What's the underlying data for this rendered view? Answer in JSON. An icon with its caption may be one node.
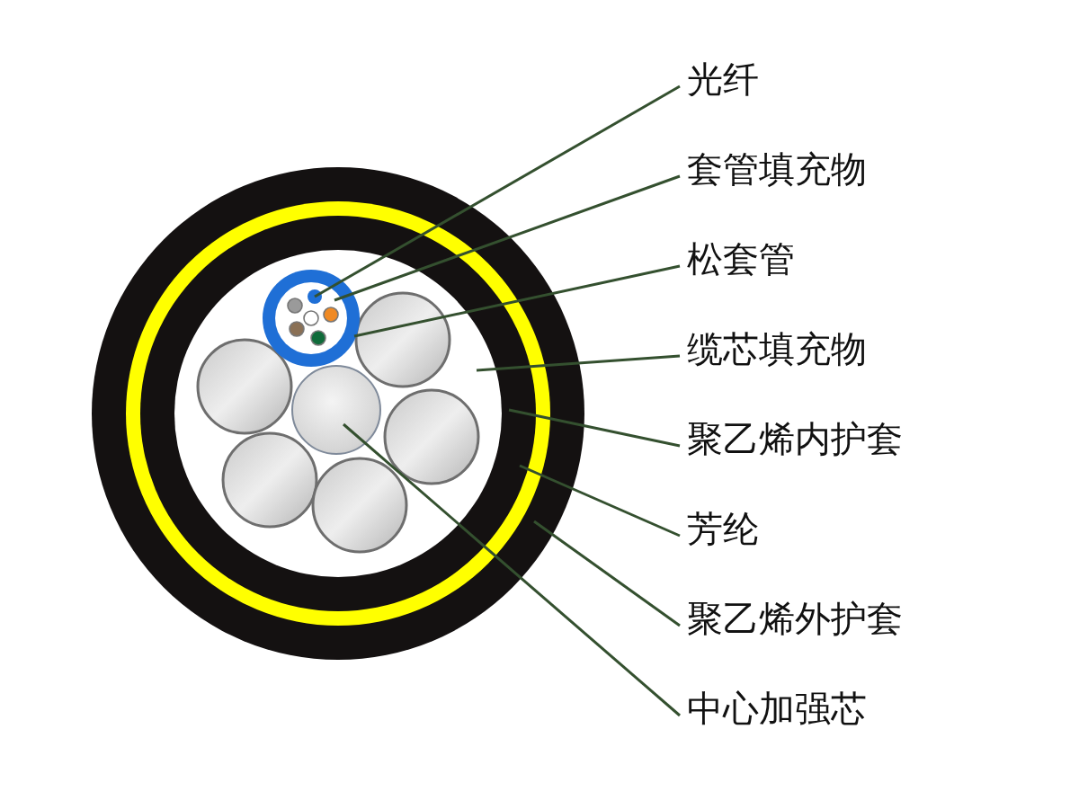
{
  "diagram": {
    "nodes": [
      {
        "text": [
          "光纤"
        ]
      },
      {
        "text": [
          "套管填充物"
        ]
      },
      {
        "text": [
          "松套管"
        ]
      },
      {
        "text": [
          "缆芯填充物"
        ]
      },
      {
        "text": [
          "聚乙烯内护套"
        ]
      },
      {
        "text": [
          "芳纶"
        ]
      },
      {
        "text": [
          "聚乙烯外护套"
        ]
      },
      {
        "text": [
          "中心加强芯"
        ]
      },
      {
        "text": [],
        "shape": "circle"
      },
      {
        "text": [],
        "shape": "circle",
        "in": 8
      },
      {
        "text": [],
        "shape": "circle",
        "in": 9
      },
      {
        "text": [],
        "shape": "circle",
        "in": 10
      },
      {
        "text": [],
        "shape": "circle",
        "in": 11
      },
      {
        "text": [],
        "shape": "circle",
        "in": 12
      },
      {
        "text": [],
        "shape": "circle",
        "in": 13
      },
      {
        "text": [],
        "shape": "circle",
        "in": 11
      }
    ],
    "edges": [
      {
        "from": 0,
        "to": 14,
        "arrow": "none"
      },
      {
        "from": 1,
        "to": 13,
        "arrow": "none"
      },
      {
        "from": 2,
        "to": 12,
        "arrow": "none"
      },
      {
        "from": 3,
        "to": 11,
        "arrow": "none"
      },
      {
        "from": 4,
        "to": 10,
        "arrow": "none"
      },
      {
        "from": 5,
        "to": 9,
        "arrow": "none"
      },
      {
        "from": 6,
        "to": 8,
        "arrow": "none"
      },
      {
        "from": 7,
        "to": 15,
        "arrow": "none"
      }
    ]
  }
}
